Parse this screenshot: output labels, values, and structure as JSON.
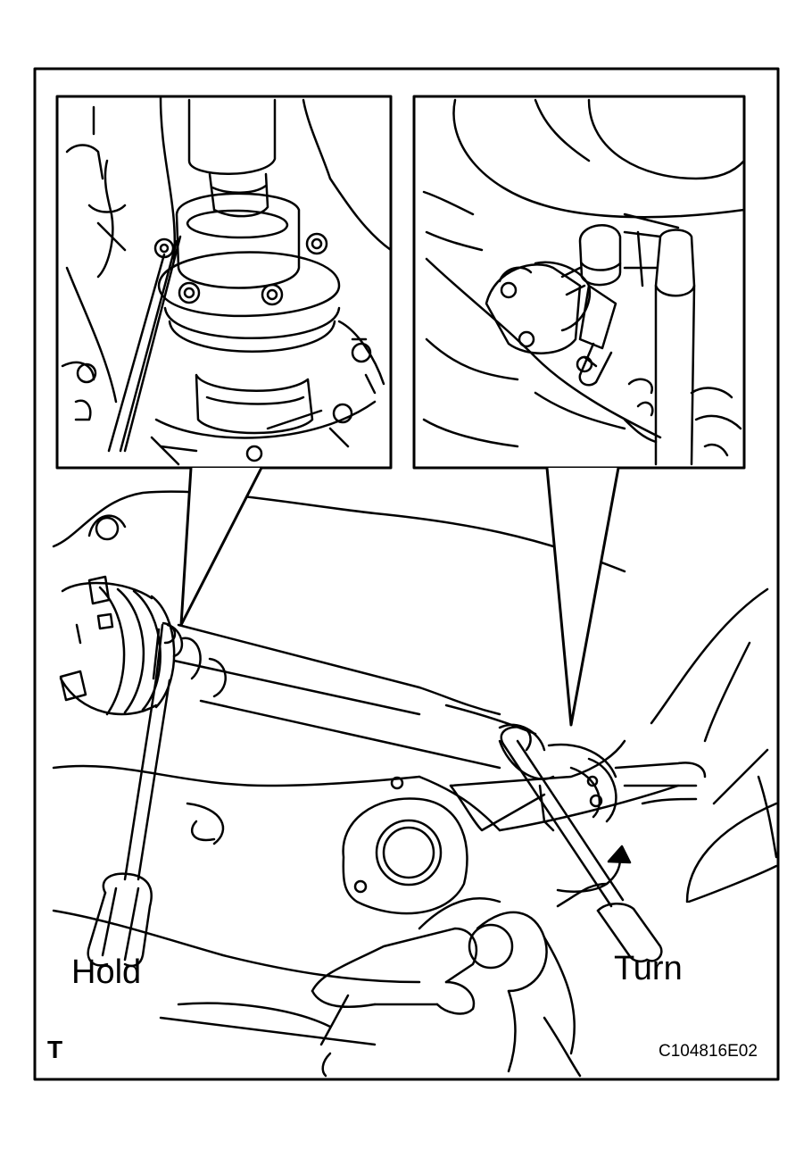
{
  "labels": {
    "hold": "Hold",
    "turn": "Turn",
    "section_mark": "T",
    "figure_code": "C104816E02"
  },
  "colors": {
    "line": "#000000",
    "background": "#ffffff"
  },
  "icons": {
    "rotation_arrow": "curved-arrow-icon"
  }
}
